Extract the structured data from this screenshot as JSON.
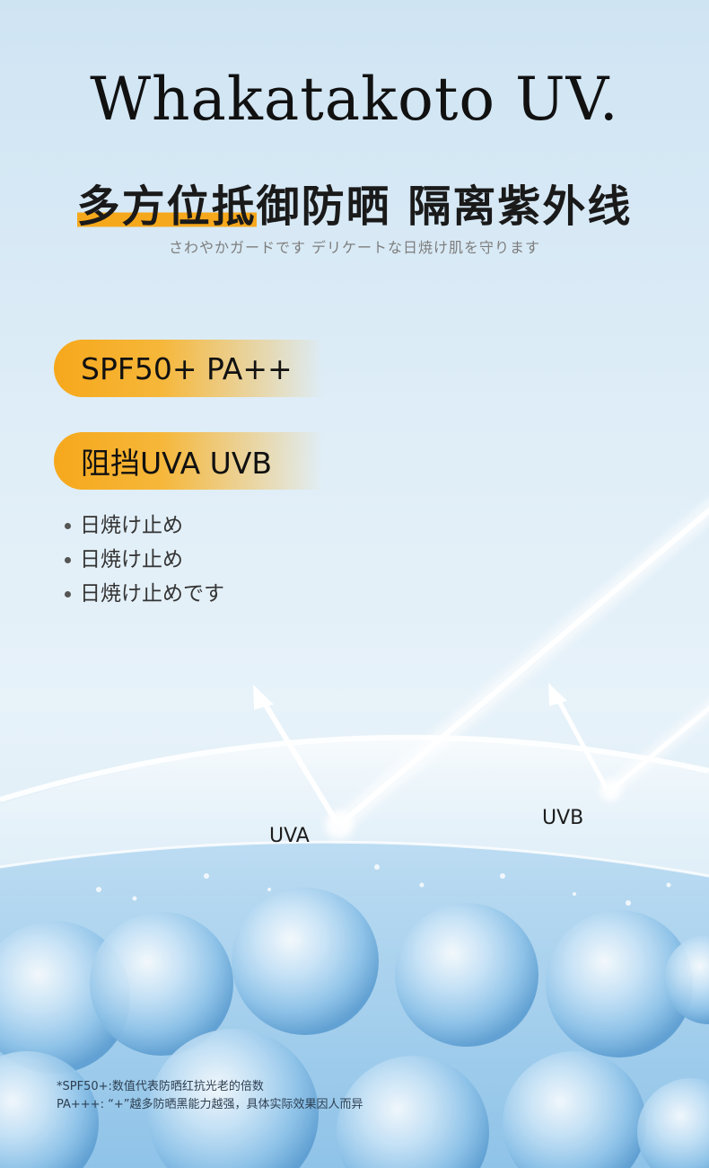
{
  "brand": "Whakatakoto UV.",
  "headline": {
    "highlighted": "多方位抵",
    "rest": "御防晒 隔离紫外线"
  },
  "subline": "さわやかガードです デリケートな日焼け肌を守ります",
  "badges": [
    "SPF50+  PA++",
    "阻挡UVA UVB"
  ],
  "bullets": [
    "日焼け止め",
    "日焼け止め",
    "日焼け止めです"
  ],
  "rays": {
    "uva_label": "UVA",
    "uvb_label": "UVB"
  },
  "footnote": {
    "line1": "*SPF50+:数值代表防晒红抗光老的倍数",
    "line2": "PA+++: “+”越多防晒黑能力越强，具体实际效果因人而异"
  },
  "colors": {
    "accent": "#f6a81c",
    "sky": "#d6e9f5",
    "bubble": "#8fc3e8"
  }
}
